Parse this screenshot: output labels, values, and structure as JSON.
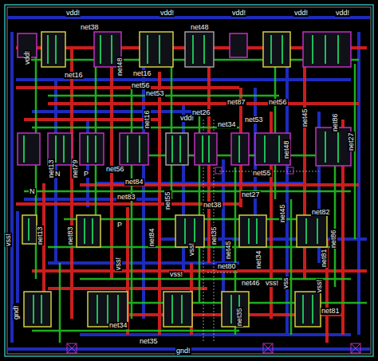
{
  "diagram": {
    "labels": [
      "vdd!",
      "vdd!",
      "vdd!",
      "vdd!",
      "vdd!",
      "vdd!",
      "vdd!",
      "net38",
      "net48",
      "net16",
      "net48",
      "net16",
      "net56",
      "net53",
      "net87",
      "net26",
      "net56",
      "net34",
      "net53",
      "net45",
      "net86",
      "net27",
      "net16",
      "net13",
      "net79",
      "net56",
      "net48",
      "net55",
      "net84",
      "net83",
      "net55",
      "net38",
      "net27",
      "net45",
      "net82",
      "net13",
      "net83",
      "net84",
      "net35",
      "net86",
      "net80",
      "net45",
      "net34",
      "net81",
      "net46",
      "vss!",
      "vss!",
      "vss!",
      "vss!",
      "vss!",
      "vss!",
      "vss",
      "gnd!",
      "net34",
      "net35",
      "net35",
      "net81",
      "gnd!",
      "N",
      "P",
      "N",
      "P"
    ]
  }
}
